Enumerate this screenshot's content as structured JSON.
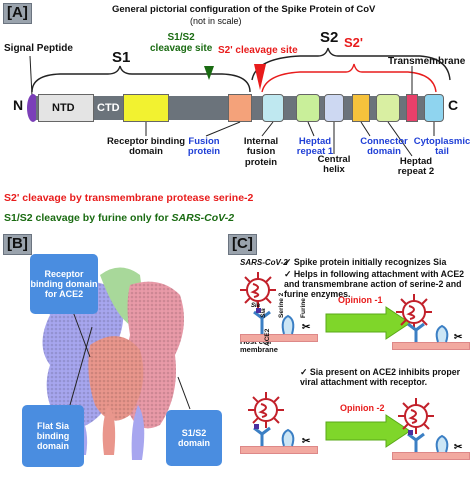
{
  "panel_a": {
    "label": "[A]",
    "title": "General pictorial configuration of the Spike Protein of CoV",
    "subtitle": "(not in scale)",
    "signal_peptide": "Signal Peptide",
    "s1": "S1",
    "s2": "S2",
    "s2_prime": "S2'",
    "s1s2_site": "S1/S2\ncleavage site",
    "s2p_site": "S2' cleavage site",
    "transmembrane": "Transmembrane",
    "n_term": "N",
    "c_term": "C",
    "ntd": "NTD",
    "ctd": "CTD",
    "rbd": "Receptor binding domain",
    "fusion": "Fusion protein",
    "internal_fusion": "Internal fusion protein",
    "hr1": "Heptad repeat 1",
    "central_helix": "Central helix",
    "connector": "Connector domain",
    "hr2": "Heptad repeat 2",
    "cyto": "Cytoplasmic tail",
    "note1": "S2' cleavage by transmembrane protease serine-2",
    "note2_a": "S1/S2 cleavage by furine only for ",
    "note2_b": "SARS-CoV-2"
  },
  "panel_b": {
    "label": "[B]",
    "rbd_ace2": "Receptor binding domain for ACE2",
    "flat_sia": "Flat Sia binding domain",
    "s1s2_domain": "S1/S2 domain"
  },
  "panel_c": {
    "label": "[C]",
    "virus_name": "SARS-CoV-2",
    "bullet1": "Spike protein initially recognizes Sia",
    "bullet2": "Helps in following attachment with ACE2 and transmembrane action of serine-2 and furine enzymes.",
    "bullet3": "Sia present on ACE2 inhibits proper viral attachment with receptor.",
    "opinion1": "Opinion -1",
    "opinion2": "Opinion -2",
    "host_membrane": "Host cell membrane",
    "ace2": "ACE2",
    "sia": "Sia",
    "serine2": "Serine 2",
    "furine": "Furine",
    "check": "✓"
  },
  "colors": {
    "ntd": "#e4e4e4",
    "ctd": "#7a8088",
    "rbd": "#f2f230",
    "fusion": "#f4a27a",
    "internal_fusion": "#bfe8f0",
    "hr1": "#c9ef9a",
    "central_helix": "#cdd8f2",
    "connector": "#f6c23c",
    "hr2": "#d9efa2",
    "tm": "#e8406a",
    "cyto": "#8fd4ef",
    "bar": "#6b737b",
    "signal": "#7b3fb8",
    "membrane": "#f2a9a0",
    "arrow": "#7fd62a"
  }
}
